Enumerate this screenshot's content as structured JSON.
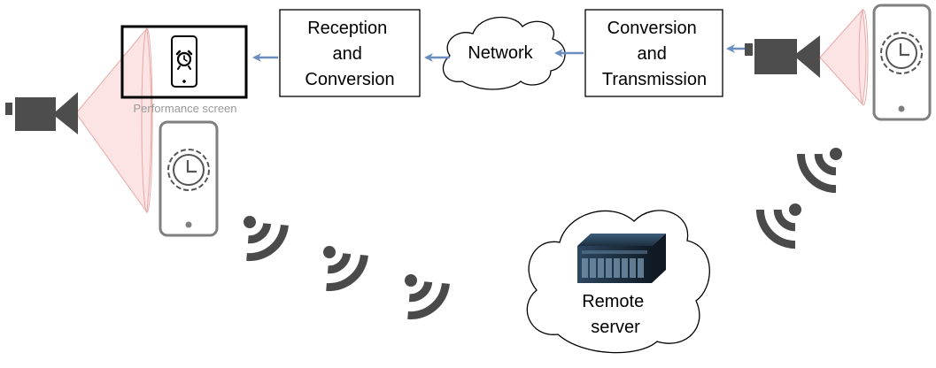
{
  "boxes": {
    "reception": {
      "lines": [
        "Reception",
        "and",
        "Conversion"
      ]
    },
    "conversion": {
      "lines": [
        "Conversion",
        "and",
        "Transmission"
      ]
    }
  },
  "clouds": {
    "network": {
      "label": "Network"
    },
    "remote": {
      "lines": [
        "Remote",
        "server"
      ]
    }
  },
  "screen": {
    "caption": "Performance screen"
  },
  "colors": {
    "arrow": "#6c8ebf",
    "cone_fill": "#f8cecc",
    "cone_stroke": "#e8a8a6",
    "phone_stroke": "#7f7f7f",
    "camera": "#4d4d4d",
    "wifi": "#4a4a4a"
  },
  "icons": [
    "camera-icon",
    "phone-icon",
    "clock-icon",
    "wifi-signal-icon",
    "server-icon",
    "cloud-icon"
  ]
}
